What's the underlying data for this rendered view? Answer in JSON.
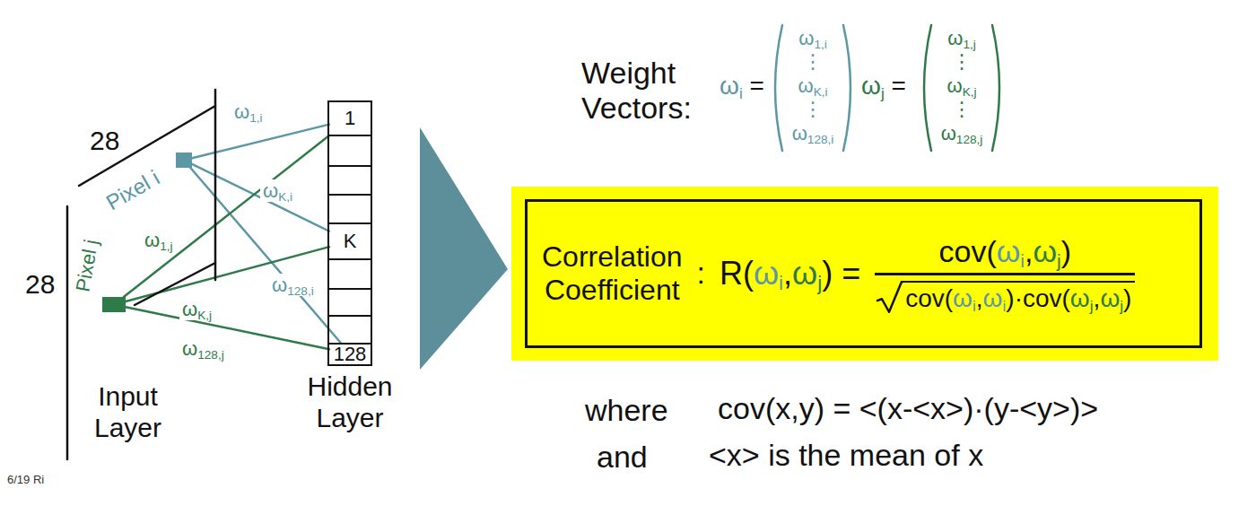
{
  "diagram": {
    "nodes": [
      {
        "text": [
          "Input Layer"
        ]
      },
      {
        "text": [
          "Pixel i"
        ],
        "in": 0
      },
      {
        "text": [
          "Pixel j"
        ],
        "in": 0
      },
      {
        "text": [
          "Hidden Layer"
        ]
      },
      {
        "text": [
          "1"
        ],
        "in": 3
      },
      {
        "text": [
          "K"
        ],
        "in": 3
      },
      {
        "text": [
          "128"
        ],
        "in": 3
      },
      {
        "text": [
          "Correlation Coefficient",
          ":",
          "R(ωi,ωj) =",
          "cov(ωi,ωj)",
          "cov(ωi,ωi)·cov(ωj,ωj)"
        ]
      }
    ],
    "edges": [
      {
        "from": 1,
        "to": 4,
        "arrow": "none",
        "label": "ω1,i"
      },
      {
        "from": 1,
        "to": 5,
        "arrow": "none",
        "label": "ωK,i"
      },
      {
        "from": 1,
        "to": 6,
        "arrow": "none",
        "label": "ω128,i"
      },
      {
        "from": 2,
        "to": 4,
        "arrow": "none",
        "label": "ω1,j"
      },
      {
        "from": 2,
        "to": 5,
        "arrow": "none",
        "label": "ωK,j"
      },
      {
        "from": 2,
        "to": 6,
        "arrow": "none",
        "label": "ω128,j"
      }
    ],
    "labels": [
      "28",
      "28",
      "Weight Vectors:",
      "ωi =",
      "ω1,i",
      "⋮",
      "ωK,i",
      "⋮",
      "ω128,i",
      "ωj =",
      "ω1,j",
      "⋮",
      "ωK,j",
      "⋮",
      "ω128,j",
      "where",
      "cov(x,y) = <(x-<x>)·(y-<y>)>",
      "and",
      "<x> is the mean of x",
      "6/19 Ri"
    ]
  }
}
